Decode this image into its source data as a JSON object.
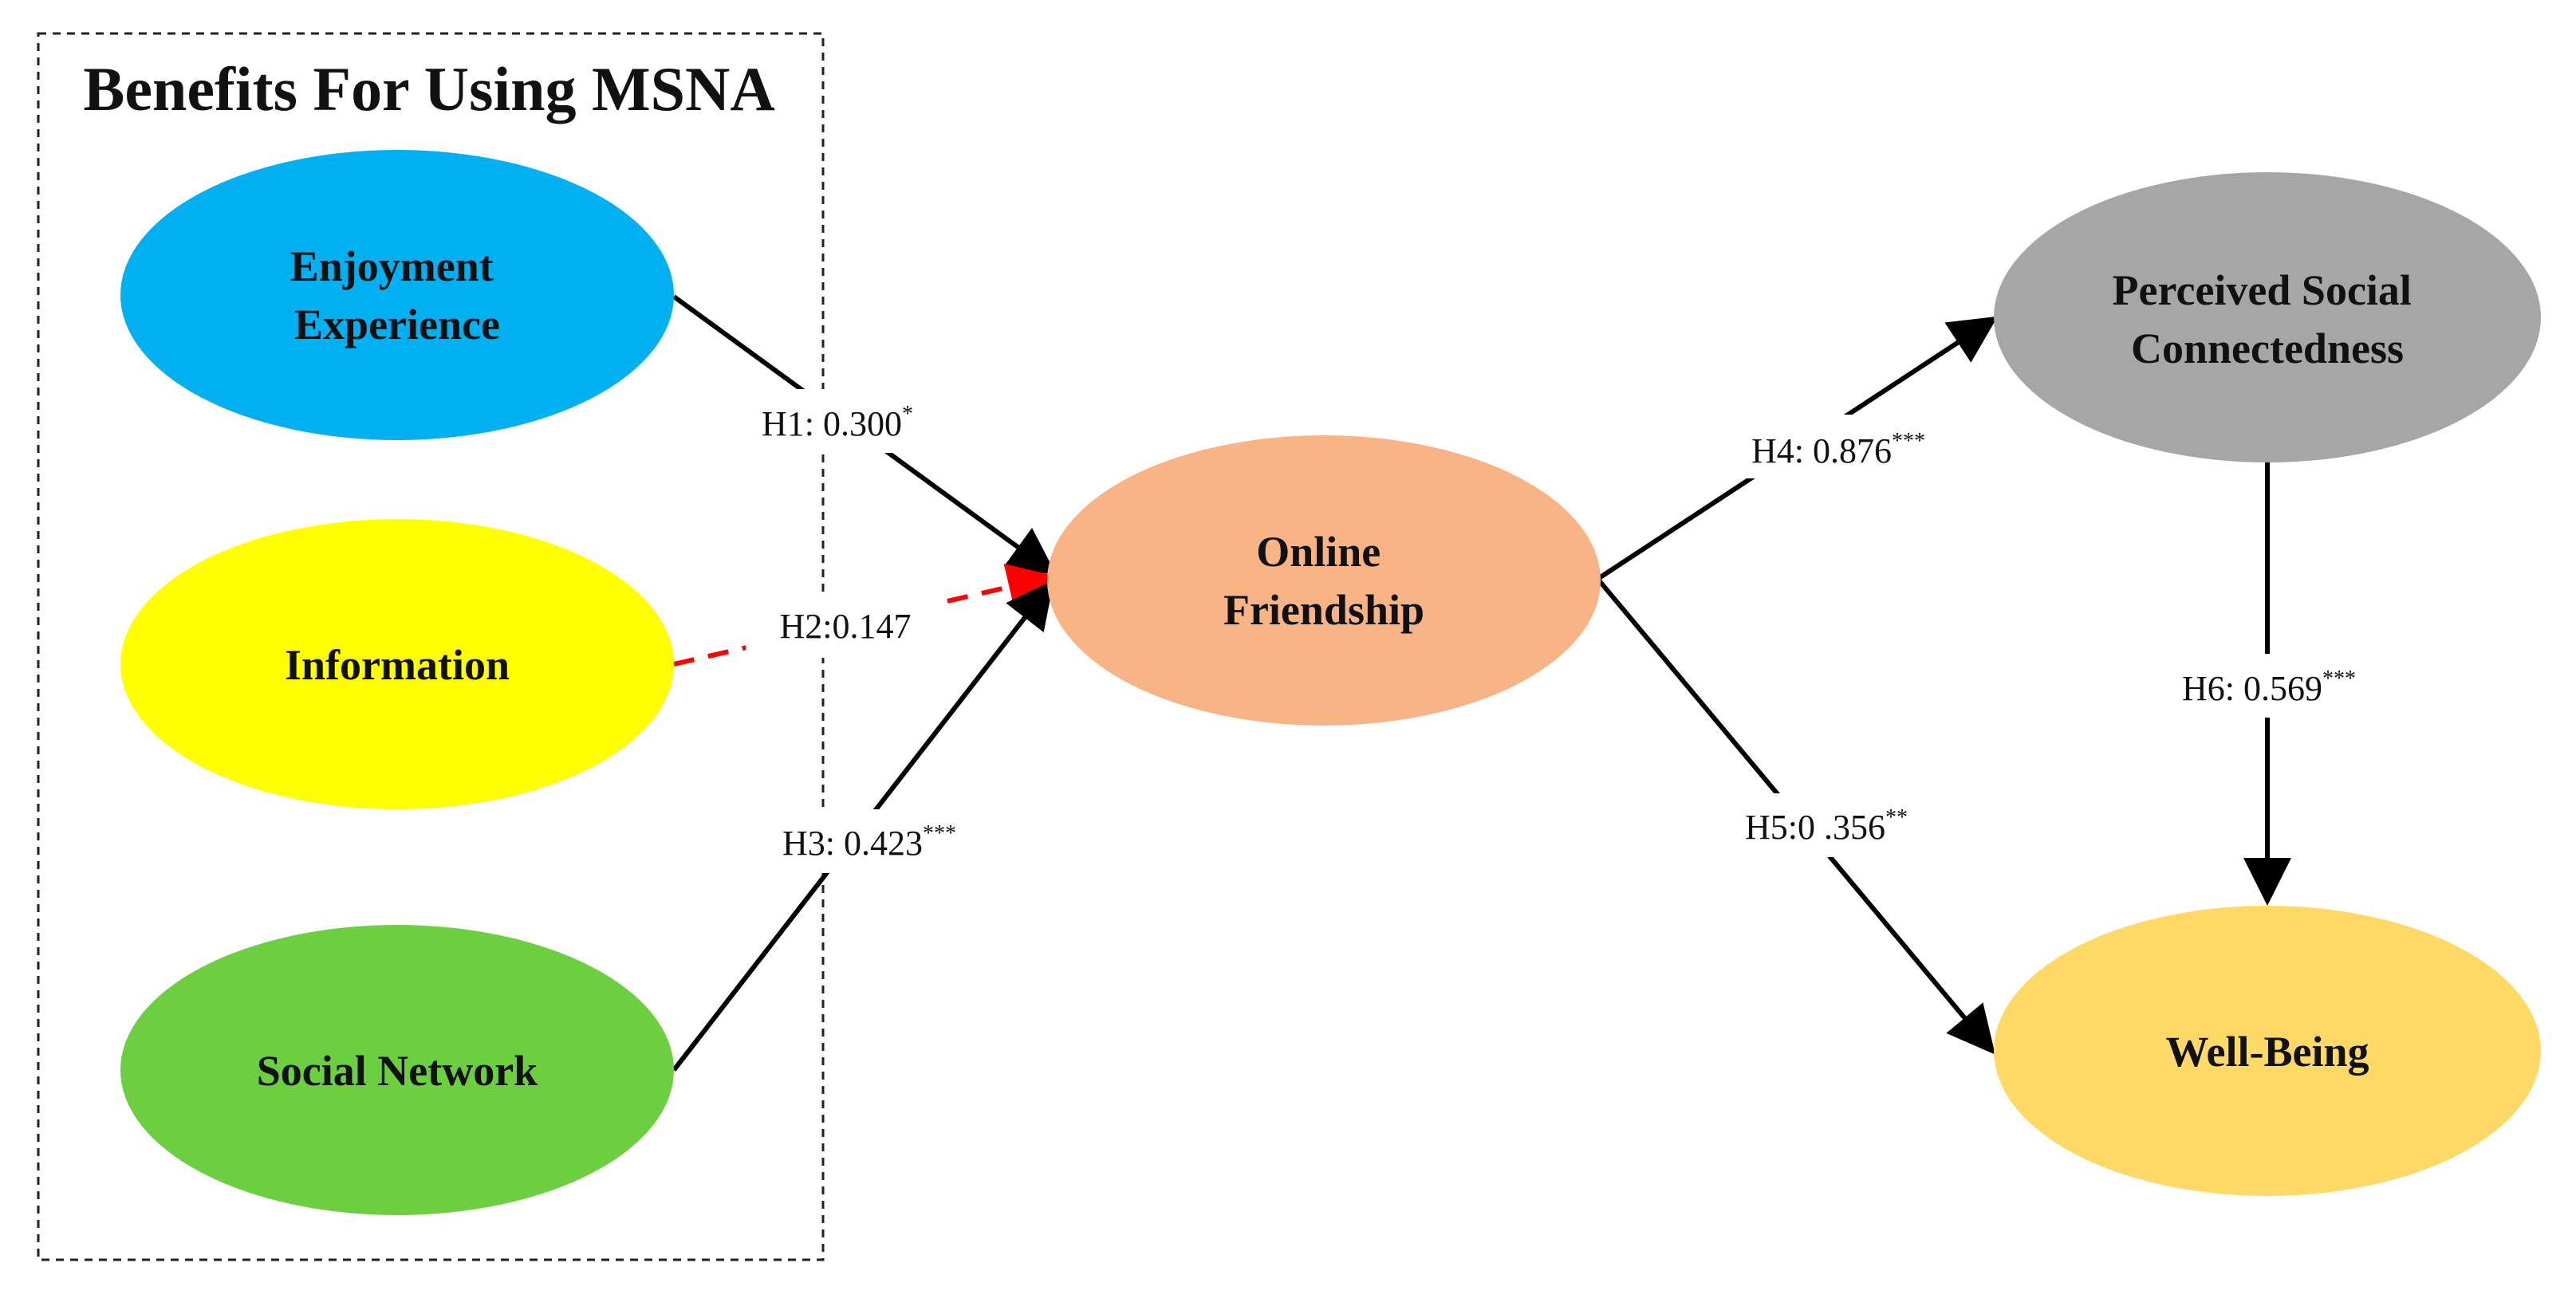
{
  "group": {
    "title": "Benefits For Using MSNA"
  },
  "nodes": {
    "enjoyment": {
      "lines": [
        "Enjoyment",
        "Experience"
      ],
      "color": "#00B0F0"
    },
    "information": {
      "lines": [
        "Information"
      ],
      "color": "#FFFF00"
    },
    "social_network": {
      "lines": [
        "Social Network"
      ],
      "color": "#6CCF3F"
    },
    "online_friendship": {
      "lines": [
        "Online",
        "Friendship"
      ],
      "color": "#F9B486"
    },
    "perceived": {
      "lines": [
        "Perceived Social",
        "Connectedness"
      ],
      "color": "#A6A6A6"
    },
    "well_being": {
      "lines": [
        "Well-Being"
      ],
      "color": "#FFD966"
    }
  },
  "edges": {
    "h1": {
      "label": "H1: 0.300",
      "sig": "*",
      "style": "solid",
      "color": "#000000"
    },
    "h2": {
      "label": "H2:0.147",
      "sig": "",
      "style": "dashed",
      "color": "#FF0000"
    },
    "h3": {
      "label": "H3: 0.423",
      "sig": "***",
      "style": "solid",
      "color": "#000000"
    },
    "h4": {
      "label": "H4: 0.876",
      "sig": "***",
      "style": "solid",
      "color": "#000000"
    },
    "h5": {
      "label": "H5:0 .356",
      "sig": "**",
      "style": "solid",
      "color": "#000000"
    },
    "h6": {
      "label": "H6: 0.569",
      "sig": "***",
      "style": "solid",
      "color": "#000000"
    }
  }
}
